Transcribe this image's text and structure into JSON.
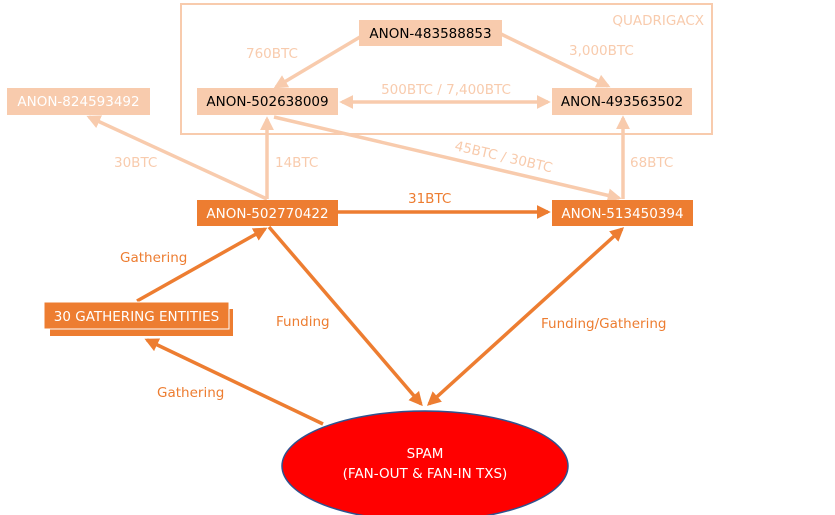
{
  "colors": {
    "light_peach": "#F8CBAD",
    "orange": "#ED7D31",
    "spam_red": "#FF0000",
    "spam_outline": "#2F528F",
    "dark_text": "#000000",
    "white_text": "#FFFFFF"
  },
  "group": {
    "label": "QUADRIGACX"
  },
  "nodes": {
    "anon_483588853": {
      "label": "ANON-483588853"
    },
    "anon_502638009": {
      "label": "ANON-502638009"
    },
    "anon_493563502": {
      "label": "ANON-493563502"
    },
    "anon_824593492": {
      "label": "ANON-824593492"
    },
    "anon_502770422": {
      "label": "ANON-502770422"
    },
    "anon_513450394": {
      "label": "ANON-513450394"
    },
    "gathering_entities": {
      "label": "30 GATHERING ENTITIES"
    },
    "spam": {
      "line1": "SPAM",
      "line2": "(FAN-OUT & FAN-IN TXS)"
    }
  },
  "edges": {
    "e_483_to_502638": {
      "label": "760BTC"
    },
    "e_483_to_493": {
      "label": "3,000BTC"
    },
    "e_502638_493": {
      "label": "500BTC / 7,400BTC"
    },
    "e_502770_to_824": {
      "label": "30BTC"
    },
    "e_502770_to_502638": {
      "label": "14BTC"
    },
    "e_502638_513": {
      "label": "45BTC / 30BTC"
    },
    "e_513_to_493": {
      "label": "68BTC"
    },
    "e_502770_to_513": {
      "label": "31BTC"
    },
    "e_gather_to_502770": {
      "label": "Gathering"
    },
    "e_502770_to_spam": {
      "label": "Funding"
    },
    "e_513_spam": {
      "label": "Funding/Gathering"
    },
    "e_spam_to_gather": {
      "label": "Gathering"
    }
  }
}
